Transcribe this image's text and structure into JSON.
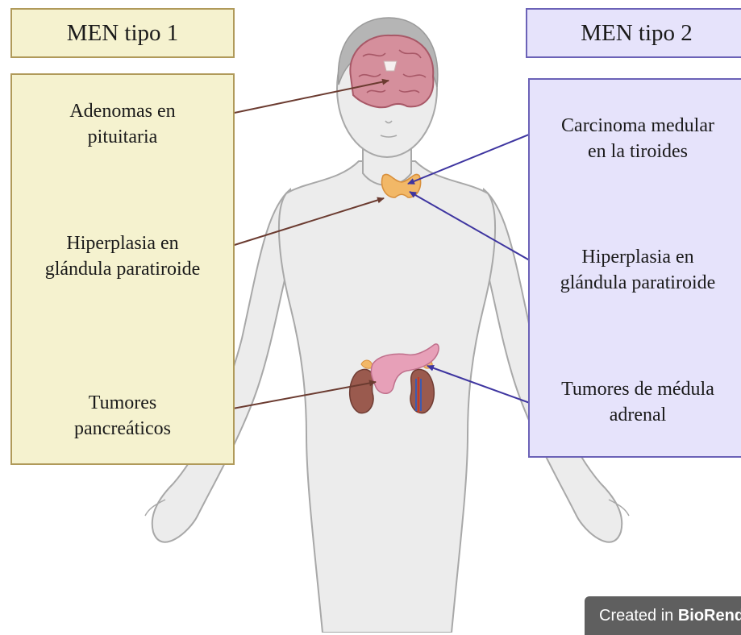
{
  "men1": {
    "title": "MEN tipo 1",
    "items": [
      {
        "line1": "Adenomas en",
        "line2": "pituitaria"
      },
      {
        "line1": "Hiperplasia en",
        "line2": "glándula paratiroide"
      },
      {
        "line1": "Tumores",
        "line2": "pancreáticos"
      }
    ]
  },
  "men2": {
    "title": "MEN tipo 2",
    "items": [
      {
        "line1": "Carcinoma medular",
        "line2": "en la tiroides"
      },
      {
        "line1": "Hiperplasia en",
        "line2": "glándula paratiroide"
      },
      {
        "line1": "Tumores de médula",
        "line2": "adrenal"
      }
    ]
  },
  "watermark": {
    "prefix": "Created in ",
    "brand": "BioRender"
  },
  "colors": {
    "men1_fill": "#f5f2cf",
    "men1_border": "#b09a5a",
    "men2_fill": "#e6e3fb",
    "men2_border": "#6b62b7",
    "arrow_men1": "#6b3b30",
    "arrow_men2": "#3e35a0",
    "body": "#ececec"
  }
}
